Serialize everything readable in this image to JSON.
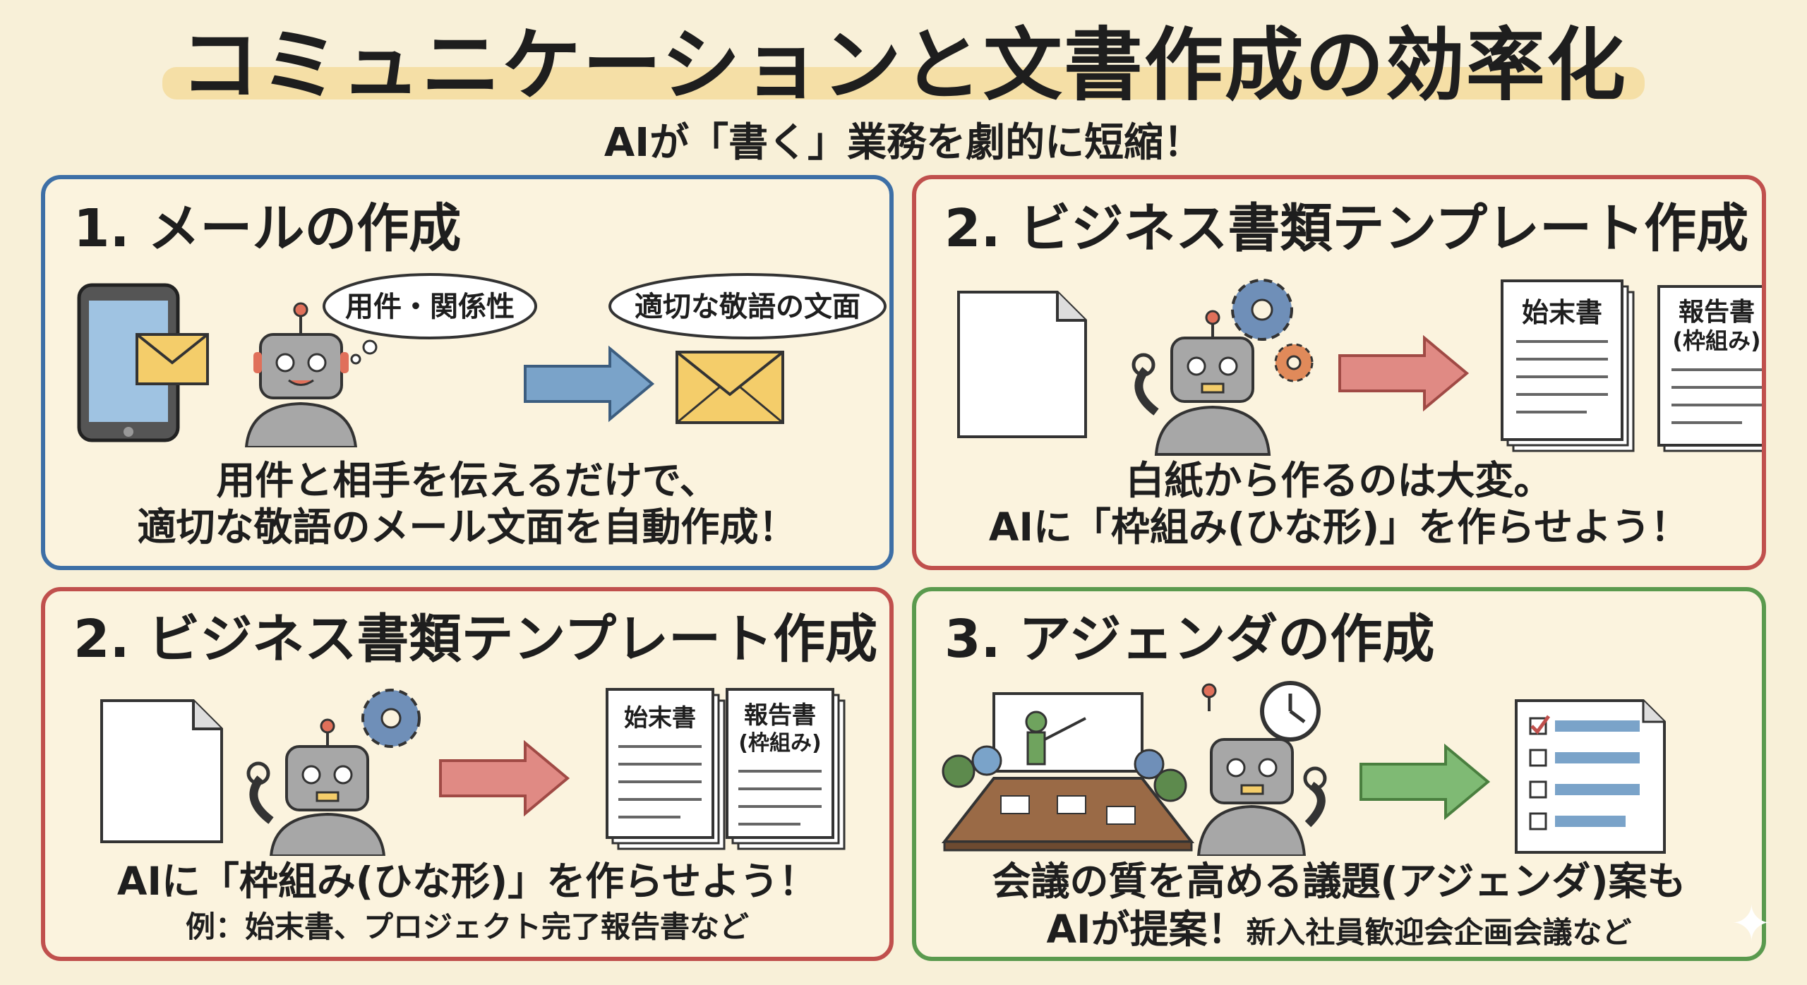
{
  "header": {
    "title": "コミュニケーションと文書作成の効率化",
    "subtitle": "AIが「書く」業務を劇的に短縮！"
  },
  "panels": [
    {
      "title": "1. メールの作成",
      "bubble_left": "用件・関係性",
      "bubble_right": "適切な敬語の文面",
      "caption_line1": "用件と相手を伝えるだけで、",
      "caption_line2": "適切な敬語のメール文面を自動作成！"
    },
    {
      "title": "2. ビジネス書類テンプレート作成",
      "doc1_label": "始末書",
      "doc2_label_line1": "報告書",
      "doc2_label_line2": "(枠組み)",
      "caption_line1": "白紙から作るのは大変。",
      "caption_line2": "AIに「枠組み(ひな形)」を作らせよう！"
    },
    {
      "title": "2. ビジネス書類テンプレート作成",
      "doc1_label": "始末書",
      "doc2_label_line1": "報告書",
      "doc2_label_line2": "(枠組み)",
      "caption_line1": "AIに「枠組み(ひな形)」を作らせよう！",
      "caption_line2": "例：始末書、プロジェクト完了報告書など"
    },
    {
      "title": "3. アジェンダの作成",
      "caption_line1": "会議の質を高める議題(アジェンダ)案も",
      "caption_line2_main": "AIが提案！",
      "caption_line2_small": "新入社員歓迎会企画会議など"
    }
  ],
  "colors": {
    "blue": "#3d6fa6",
    "red": "#c0504d",
    "green": "#5a9a4e",
    "background": "#f8f0d8"
  },
  "icons": [
    "smartphone-icon",
    "envelope-icon",
    "robot-icon",
    "arrow-right-icon",
    "document-icon",
    "gear-icon",
    "clock-icon",
    "checklist-icon",
    "meeting-icon"
  ]
}
